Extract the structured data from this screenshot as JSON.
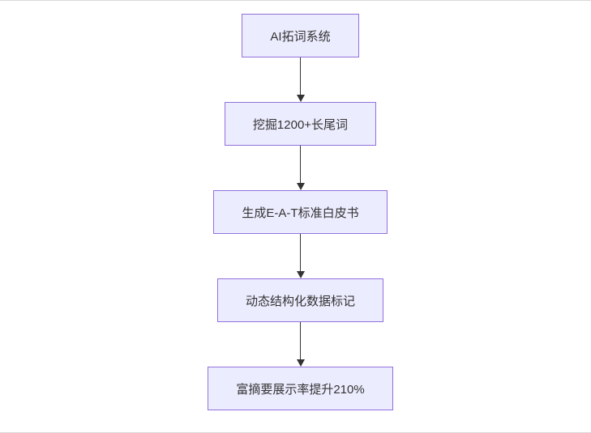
{
  "diagram": {
    "type": "flowchart",
    "direction": "top-down",
    "nodes": [
      {
        "id": "A",
        "label": "AI拓词系统"
      },
      {
        "id": "B",
        "label": "挖掘1200+长尾词"
      },
      {
        "id": "C",
        "label": "生成E-A-T标准白皮书"
      },
      {
        "id": "D",
        "label": "动态结构化数据标记"
      },
      {
        "id": "E",
        "label": "富摘要展示率提升210%"
      }
    ],
    "edges": [
      {
        "from": "A",
        "to": "B",
        "label": ""
      },
      {
        "from": "B",
        "to": "C",
        "label": ""
      },
      {
        "from": "C",
        "to": "D",
        "label": ""
      },
      {
        "from": "D",
        "to": "E",
        "label": ""
      }
    ],
    "colors": {
      "background": "#ffffff",
      "node_fill": "#ECECFF",
      "node_border": "#9370DB",
      "text": "#333333",
      "arrow": "#333333"
    }
  }
}
